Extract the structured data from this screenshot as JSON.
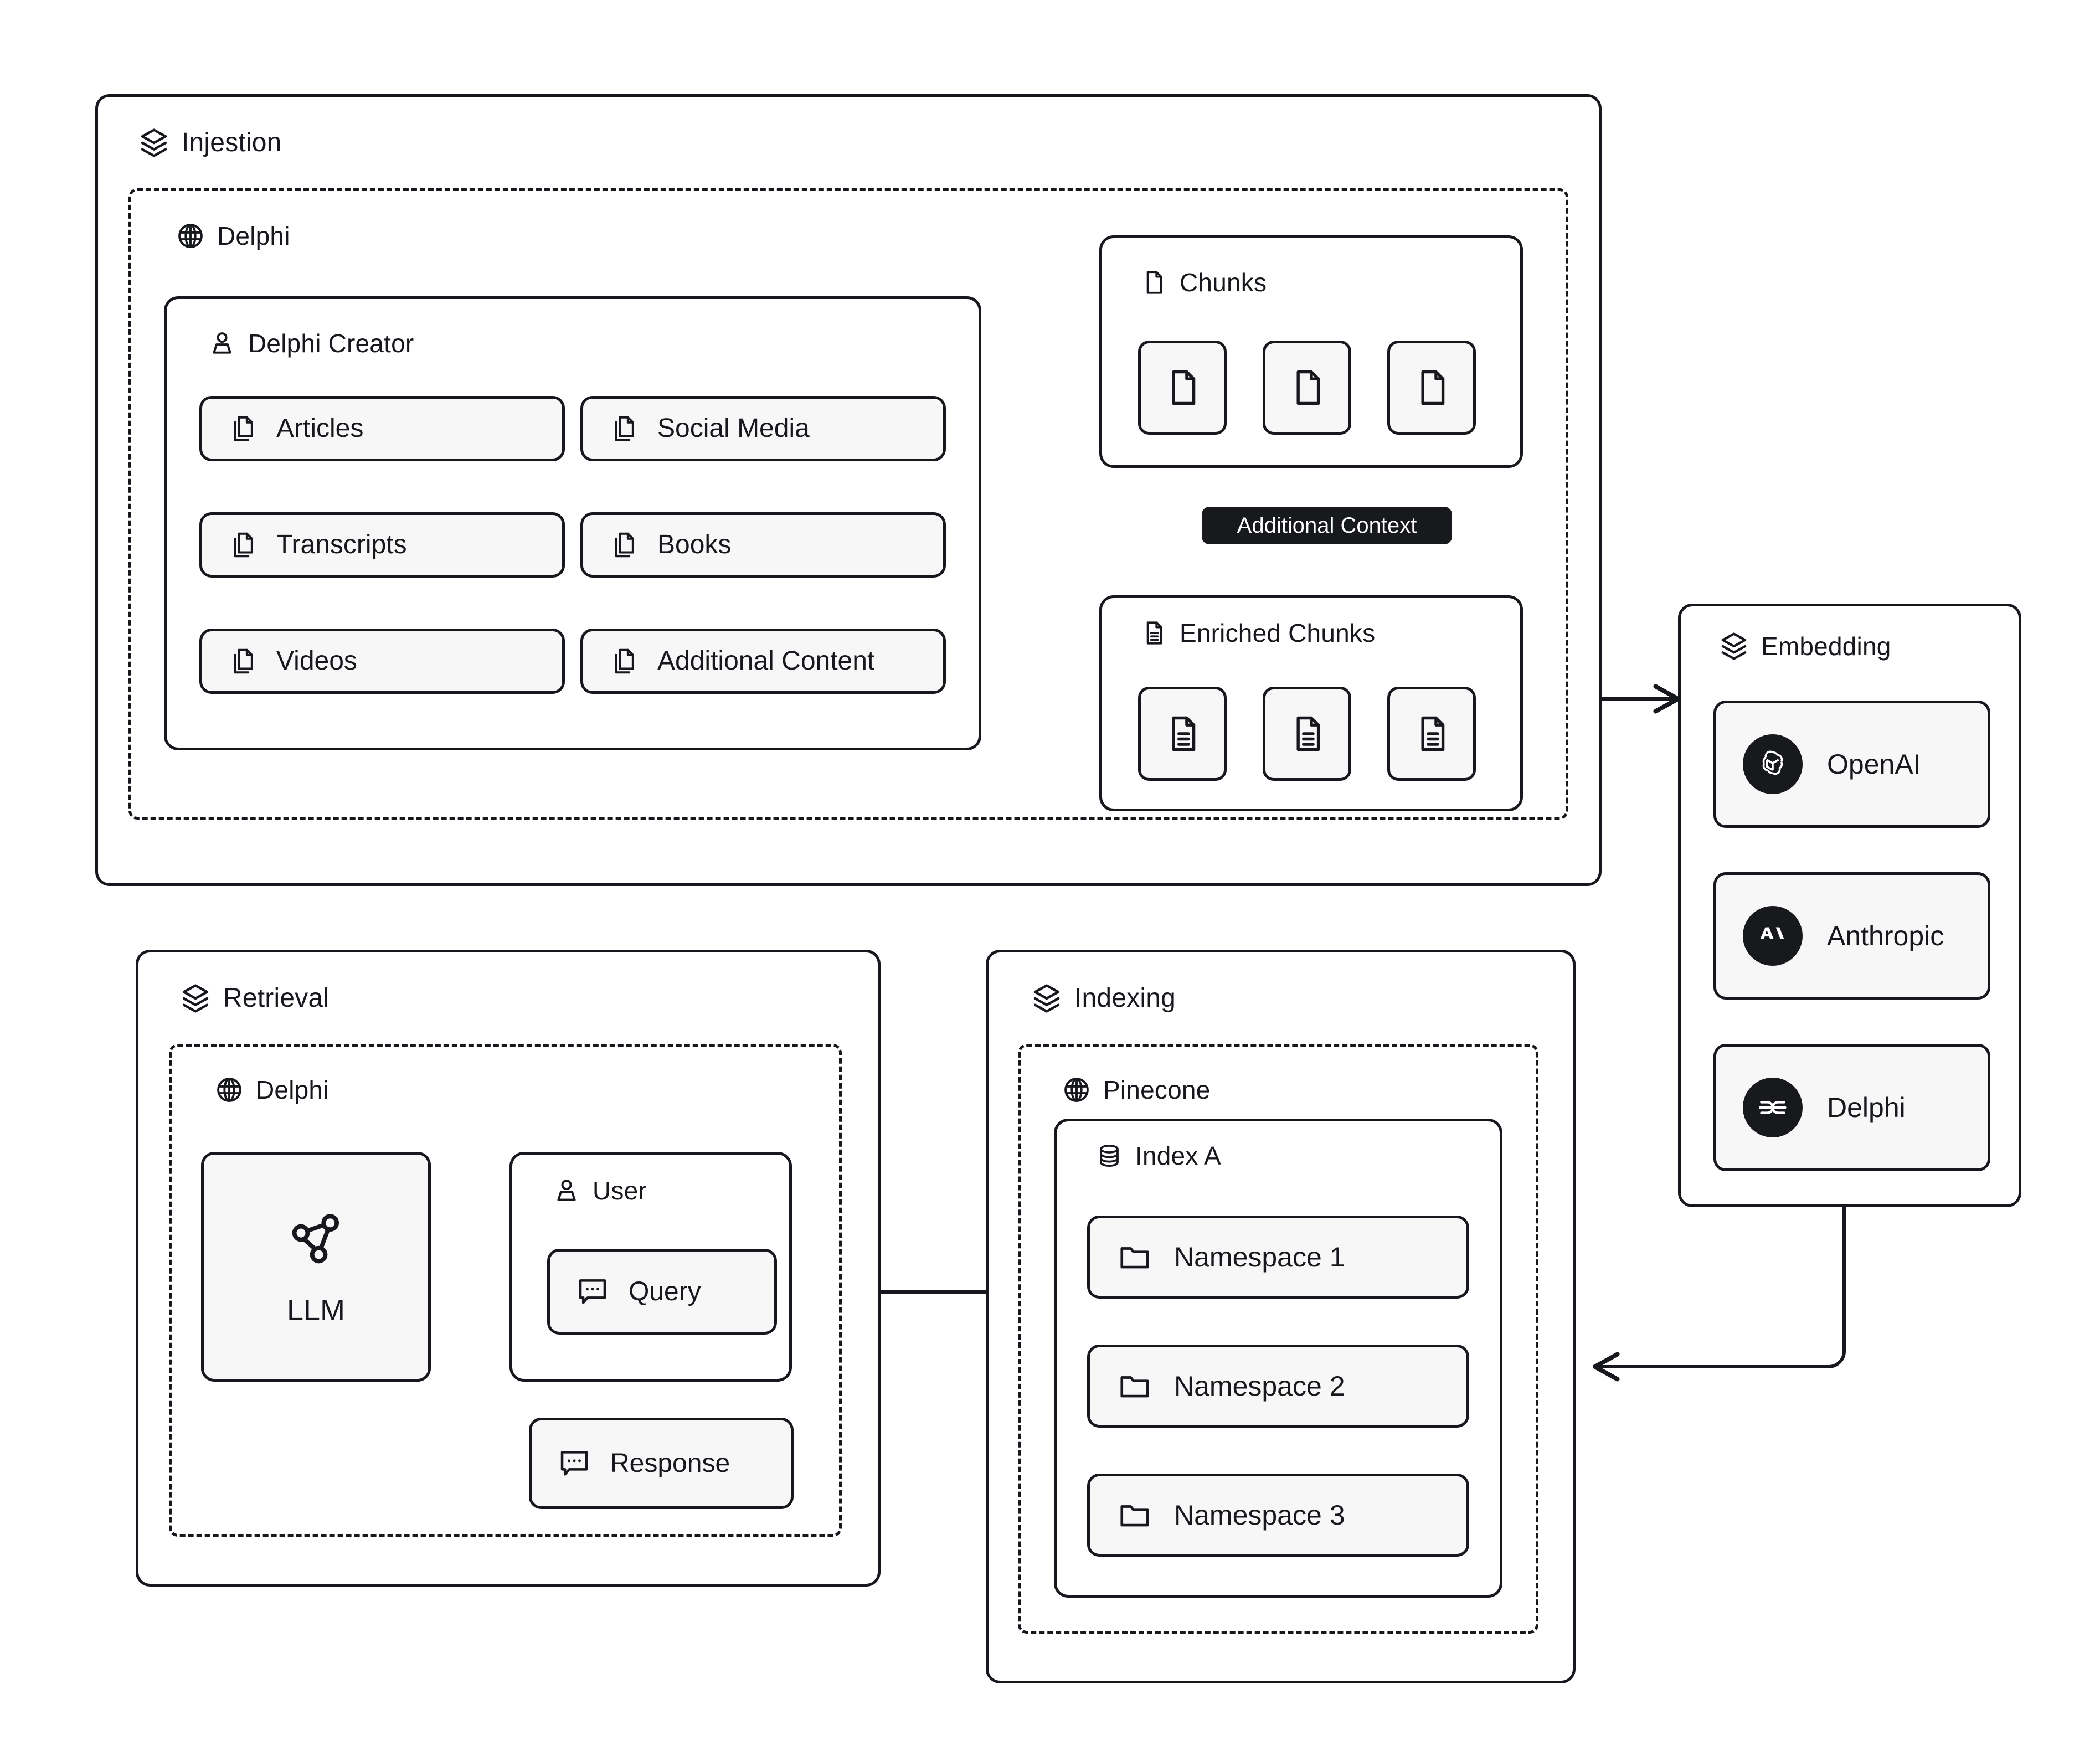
{
  "diagram": {
    "title": "RAG pipeline architecture",
    "colors": {
      "ink": "#16181d",
      "tile_fill": "#f7f7f7",
      "badge_bg": "#17191c",
      "canvas": "#ffffff"
    }
  },
  "ingestion": {
    "label": "Injestion",
    "icon": "layers-icon",
    "provider": {
      "label": "Delphi",
      "icon": "globe-icon"
    },
    "creator": {
      "label": "Delphi Creator",
      "icon": "person-icon",
      "sources": [
        {
          "label": "Articles",
          "icon": "documents-icon"
        },
        {
          "label": "Social Media",
          "icon": "documents-icon"
        },
        {
          "label": "Transcripts",
          "icon": "documents-icon"
        },
        {
          "label": "Books",
          "icon": "documents-icon"
        },
        {
          "label": "Videos",
          "icon": "documents-icon"
        },
        {
          "label": "Additional Content",
          "icon": "documents-icon"
        }
      ]
    },
    "chunks": {
      "label": "Chunks",
      "icon": "file-icon",
      "items": [
        {
          "icon": "file-icon"
        },
        {
          "icon": "file-icon"
        },
        {
          "icon": "file-icon"
        }
      ]
    },
    "enriched_chunks": {
      "label": "Enriched Chunks",
      "icon": "file-text-icon",
      "items": [
        {
          "icon": "file-text-icon"
        },
        {
          "icon": "file-text-icon"
        },
        {
          "icon": "file-text-icon"
        }
      ]
    },
    "edge_badge": "Additional Context"
  },
  "embedding": {
    "label": "Embedding",
    "icon": "layers-icon",
    "providers": [
      {
        "label": "OpenAI",
        "icon": "openai-logo"
      },
      {
        "label": "Anthropic",
        "icon": "anthropic-logo"
      },
      {
        "label": "Delphi",
        "icon": "delphi-logo"
      }
    ]
  },
  "retrieval": {
    "label": "Retrieval",
    "icon": "layers-icon",
    "provider": {
      "label": "Delphi",
      "icon": "globe-icon"
    },
    "llm": {
      "label": "LLM",
      "icon": "network-nodes-icon"
    },
    "user": {
      "label": "User",
      "icon": "person-icon",
      "query": {
        "label": "Query",
        "icon": "message-dots-icon"
      }
    },
    "response": {
      "label": "Response",
      "icon": "message-dots-icon"
    }
  },
  "indexing": {
    "label": "Indexing",
    "icon": "layers-icon",
    "provider": {
      "label": "Pinecone",
      "icon": "globe-icon"
    },
    "index": {
      "label": "Index A",
      "icon": "database-icon",
      "namespaces": [
        {
          "label": "Namespace 1",
          "icon": "folder-icon"
        },
        {
          "label": "Namespace 2",
          "icon": "folder-icon"
        },
        {
          "label": "Namespace 3",
          "icon": "folder-icon"
        }
      ]
    }
  }
}
